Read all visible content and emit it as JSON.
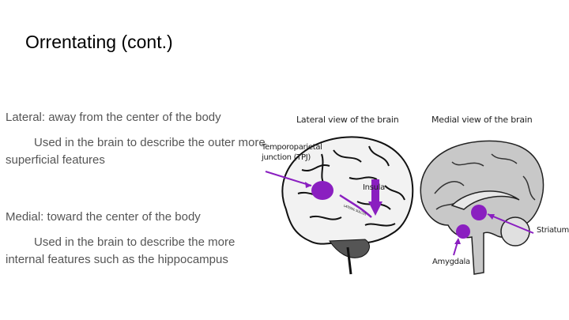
{
  "slide": {
    "title": "Orrentating (cont.)",
    "paragraphs": [
      {
        "heading": "Lateral: away from the center of the body",
        "detail": "Used in the brain to describe the outer more superficial features"
      },
      {
        "heading": "Medial: toward the center of the body",
        "detail": "Used in the brain to describe the more internal features such as the hippocampus"
      }
    ]
  },
  "figure": {
    "lateral_caption": "Lateral view of the brain",
    "medial_caption": "Medial view of the brain",
    "labels": {
      "tpj_line1": "Temporoparietal",
      "tpj_line2": "junction (TPJ)",
      "insula": "Insula",
      "lateral_sulcus": "LATERAL SULCUS",
      "striatum": "Striatum",
      "amygdala": "Amygdala"
    },
    "highlight_color": "#8a1fc0"
  }
}
